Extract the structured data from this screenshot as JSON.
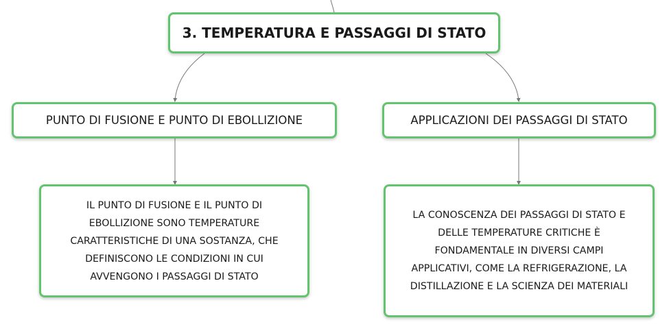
{
  "root": {
    "title": "3. TEMPERATURA E PASSAGGI DI STATO"
  },
  "branches": [
    {
      "topic": "PUNTO DI FUSIONE E PUNTO DI EBOLLIZIONE",
      "detail_lines": [
        "IL PUNTO DI FUSIONE E IL PUNTO DI",
        "EBOLLIZIONE SONO TEMPERATURE",
        "CARATTERISTICHE DI UNA SOSTANZA, CHE",
        "DEFINISCONO LE CONDIZIONI IN CUI",
        "AVVENGONO I PASSAGGI DI STATO"
      ]
    },
    {
      "topic": "APPLICAZIONI DEI PASSAGGI DI STATO",
      "detail_lines": [
        "LA CONOSCENZA DEI PASSAGGI DI STATO E",
        "DELLE TEMPERATURE CRITICHE È",
        "FONDAMENTALE IN DIVERSI CAMPI",
        "APPLICATIVI, COME LA REFRIGERAZIONE, LA",
        "DISTILLAZIONE E LA SCIENZA DEI MATERIALI"
      ]
    }
  ],
  "colors": {
    "node_border": "#63c46f",
    "connector": "#777777"
  }
}
